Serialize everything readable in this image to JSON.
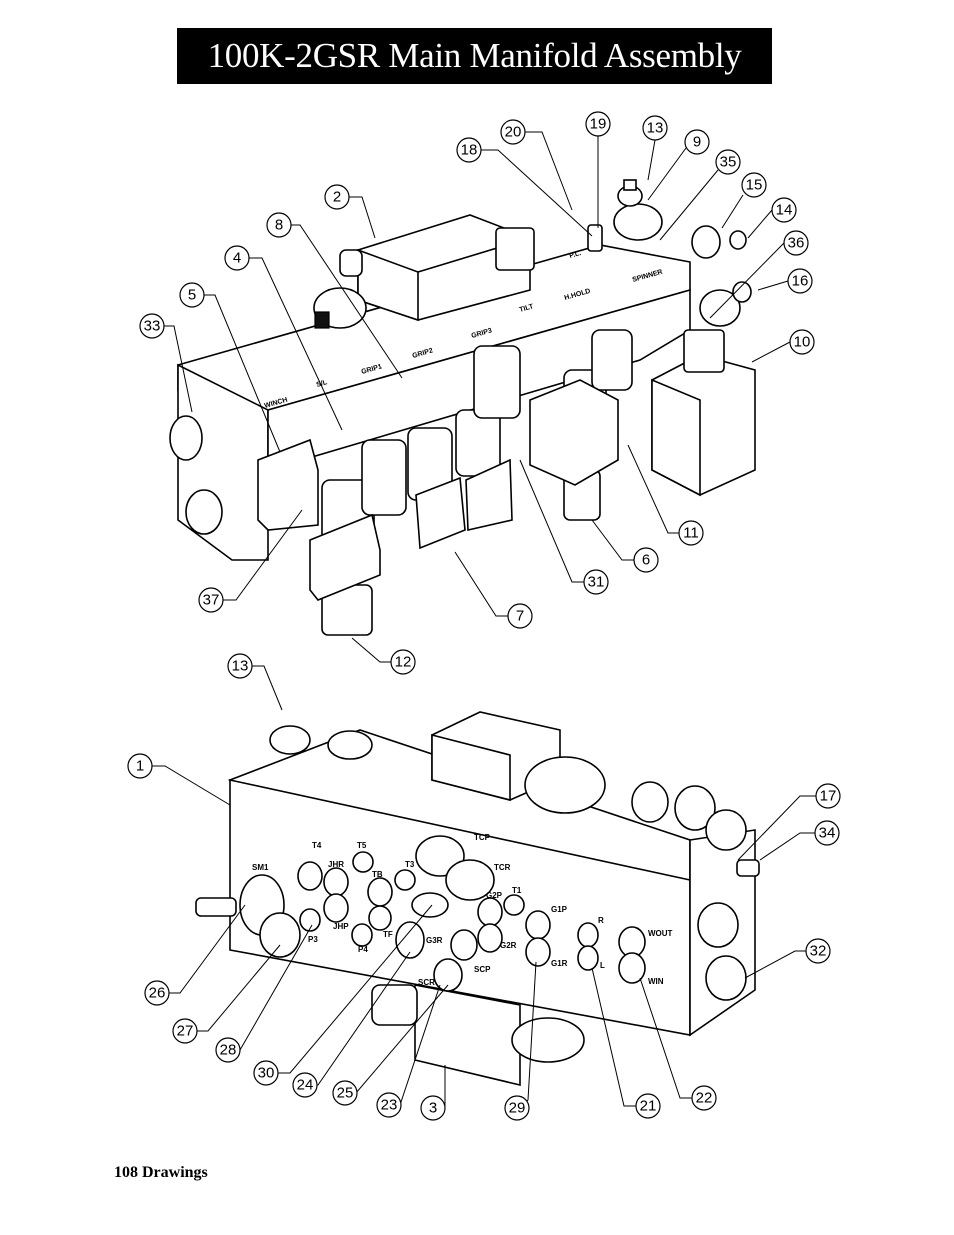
{
  "title": "100K-2GSR Main Manifold Assembly",
  "footer": "108  Drawings",
  "top_view": {
    "callouts": [
      "20",
      "19",
      "13",
      "9",
      "18",
      "35",
      "15",
      "14",
      "2",
      "8",
      "36",
      "4",
      "16",
      "5",
      "10",
      "33",
      "11",
      "6",
      "31",
      "37",
      "7",
      "12"
    ],
    "port_labels": [
      "WINCH",
      "S/L",
      "GRIP1",
      "GRIP2",
      "GRIP3",
      "TILT",
      "H.HOLD",
      "SPINNER",
      "P.L."
    ]
  },
  "bottom_view": {
    "callouts": [
      "13",
      "1",
      "17",
      "34",
      "32",
      "26",
      "27",
      "28",
      "30",
      "24",
      "25",
      "23",
      "3",
      "29",
      "21",
      "22"
    ],
    "port_labels": [
      "SM1",
      "T4",
      "T5",
      "JHR",
      "TCP",
      "TCR",
      "T1",
      "TB",
      "T3",
      "G2P",
      "G1P",
      "R",
      "WOUT",
      "P3",
      "JHP",
      "TF",
      "P4",
      "G3R",
      "G2R",
      "G1R",
      "L",
      "WIN",
      "SCR",
      "SCP"
    ]
  }
}
